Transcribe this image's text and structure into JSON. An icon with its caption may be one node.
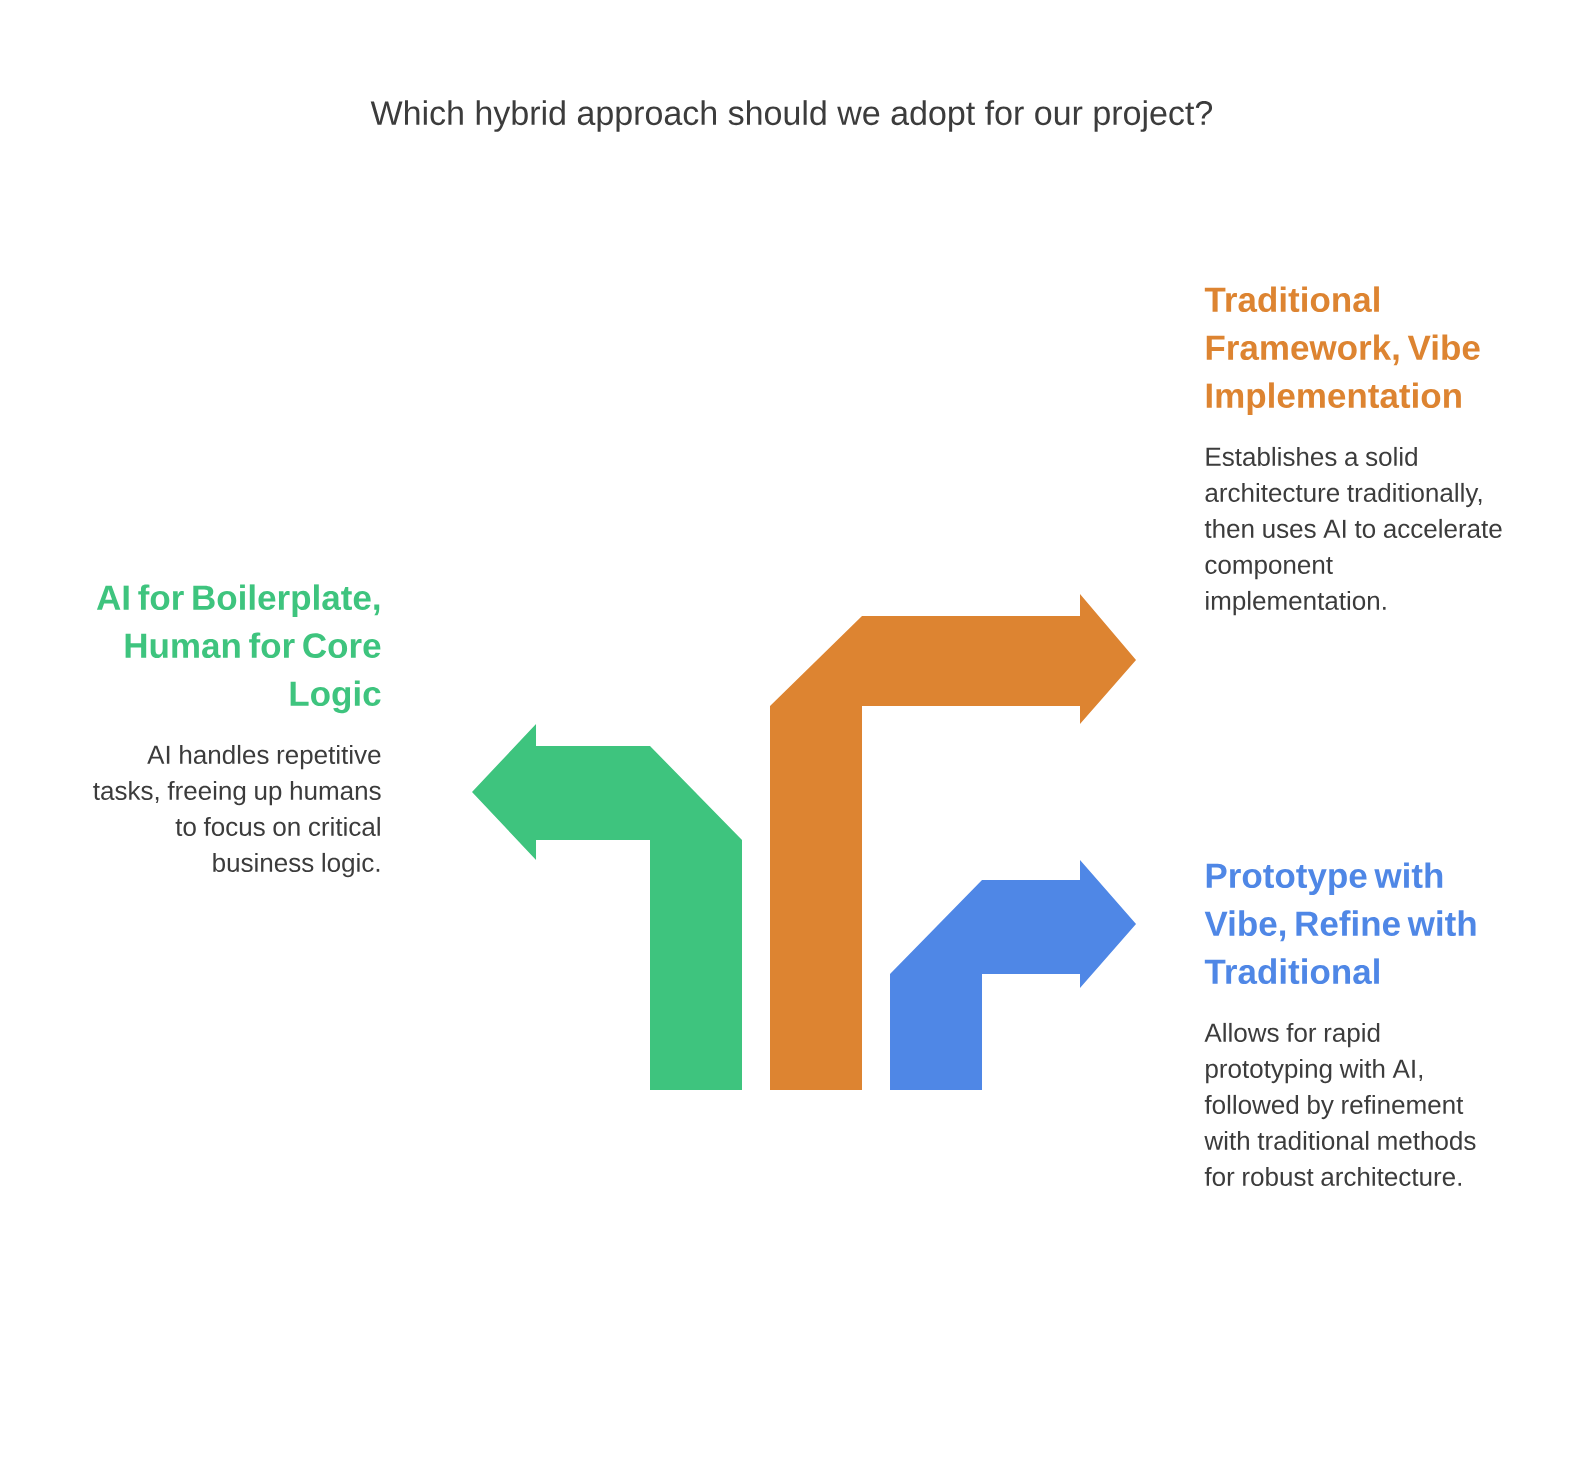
{
  "diagram": {
    "title": "Which hybrid approach should we adopt for our project?",
    "nodes": [
      {
        "text": [
          "AI for Boilerplate, Human for Core Logic",
          "AI handles repetitive tasks, freeing up humans to focus on critical business logic."
        ]
      },
      {
        "text": [
          "Traditional Framework, Vibe Implementation",
          "Establishes a solid architecture traditionally, then uses AI to accelerate component implementation."
        ]
      },
      {
        "text": [
          "Prototype with Vibe, Refine with Traditional",
          "Allows for rapid prototyping with AI, followed by refinement with traditional methods for robust architecture."
        ]
      }
    ]
  }
}
